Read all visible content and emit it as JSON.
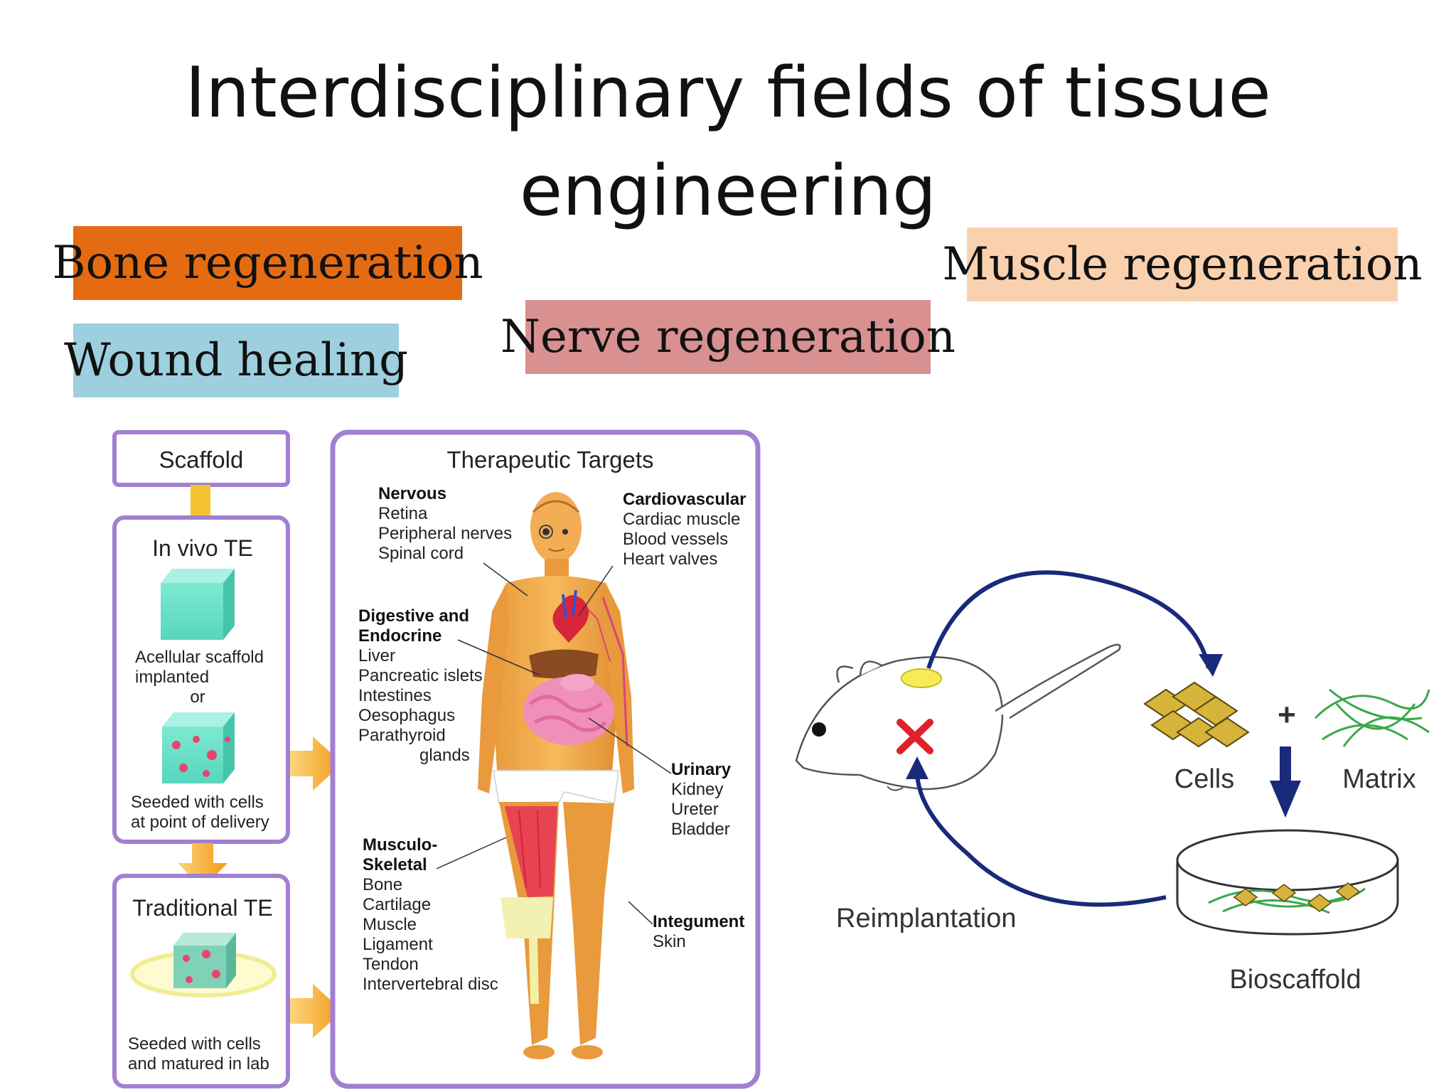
{
  "title": {
    "line1": "Interdisciplinary fields of tissue",
    "line2": "engineering"
  },
  "tags": {
    "bone": {
      "label": "Bone regeneration",
      "color": "#e56b12"
    },
    "wound": {
      "label": "Wound healing",
      "color": "#9dcfdf"
    },
    "nerve": {
      "label": "Nerve regeneration",
      "color": "#d89090"
    },
    "muscle": {
      "label": "Muscle regeneration",
      "color": "#fad1ae"
    }
  },
  "left_panel": {
    "scaffold": "Scaffold",
    "in_vivo_title": "In vivo TE",
    "acellular_1": "Acellular scaffold",
    "acellular_2": "implanted",
    "or": "or",
    "seeded_delivery_1": "Seeded with cells",
    "seeded_delivery_2": "at point of delivery",
    "traditional_title": "Traditional TE",
    "seeded_lab_1": "Seeded with cells",
    "seeded_lab_2": "and matured in lab"
  },
  "targets": {
    "title": "Therapeutic Targets",
    "nervous": {
      "heading": "Nervous",
      "items": [
        "Retina",
        "Peripheral nerves",
        "Spinal cord"
      ]
    },
    "cardio": {
      "heading": "Cardiovascular",
      "items": [
        "Cardiac muscle",
        "Blood vessels",
        "Heart valves"
      ]
    },
    "digestive": {
      "heading_1": "Digestive and",
      "heading_2": "Endocrine",
      "items": [
        "Liver",
        "Pancreatic islets",
        "Intestines",
        "Oesophagus",
        "Parathyroid",
        "glands"
      ]
    },
    "urinary": {
      "heading": "Urinary",
      "items": [
        "Kidney",
        "Ureter",
        "Bladder"
      ]
    },
    "musculo": {
      "heading_1": "Musculo-",
      "heading_2": "Skeletal",
      "items": [
        "Bone",
        "Cartilage",
        "Muscle",
        "Ligament",
        "Tendon",
        "Intervertebral disc"
      ]
    },
    "integument": {
      "heading": "Integument",
      "items": [
        "Skin"
      ]
    }
  },
  "right_diagram": {
    "cells": "Cells",
    "plus": "+",
    "matrix": "Matrix",
    "bioscaffold": "Bioscaffold",
    "reimplantation": "Reimplantation"
  },
  "colors": {
    "panel_border": "#a27fd0",
    "arrow_orange": "#f5a623",
    "arrow_navy": "#1a2a7a",
    "skin": "#f0a94a"
  }
}
